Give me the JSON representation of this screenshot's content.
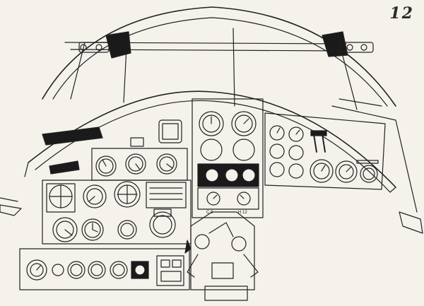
{
  "page": {
    "number": "12",
    "gauge_labels": {
      "left": "C 8",
      "right": "H 12"
    }
  },
  "colors": {
    "ink": "#222222",
    "paper": "#f4f2eb",
    "dark": "#1a1a1a"
  }
}
